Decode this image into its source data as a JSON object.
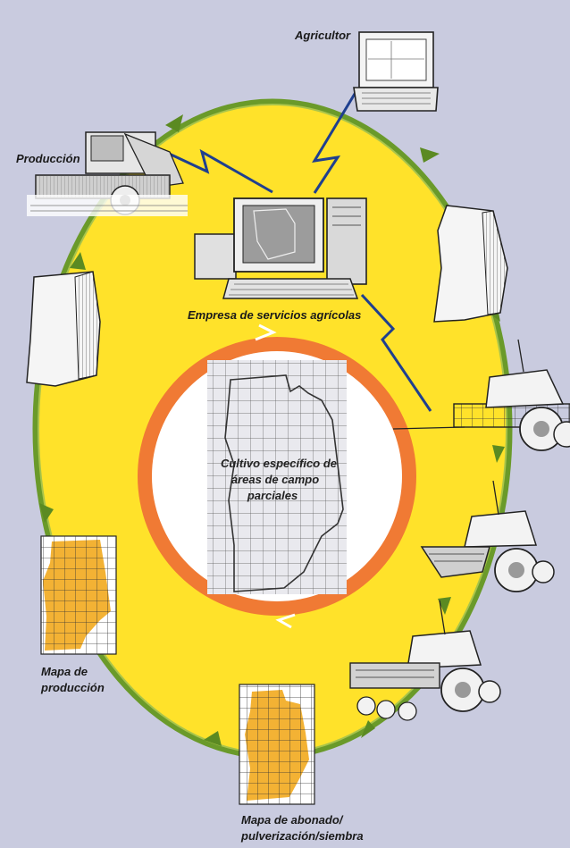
{
  "labels": {
    "farmer": "Agricultor",
    "production": "Producción",
    "service_company": "Empresa de servicios agrícolas",
    "center_line1": "Cultivo específico de",
    "center_line2": "áreas de campo",
    "center_line3": "parciales",
    "yield_map_line1": "Mapa de",
    "yield_map_line2": "producción",
    "fert_map_line1": "Mapa de abonado/",
    "fert_map_line2": "pulverización/siembra"
  },
  "colors": {
    "background": "#c9cbdf",
    "ring_yellow": "#ffe22a",
    "outer_arrow_green": "#6a9a2a",
    "inner_ring_orange": "#f07a34",
    "map_fill": "#f3b234",
    "link_blue": "#1f3f8f"
  },
  "icons": [
    "combine-harvester-icon",
    "laptop-icon",
    "desktop-computer-icon",
    "tractor-sprayer-icon",
    "tractor-spreader-icon",
    "tractor-seeder-icon",
    "field-parcel-icon"
  ]
}
